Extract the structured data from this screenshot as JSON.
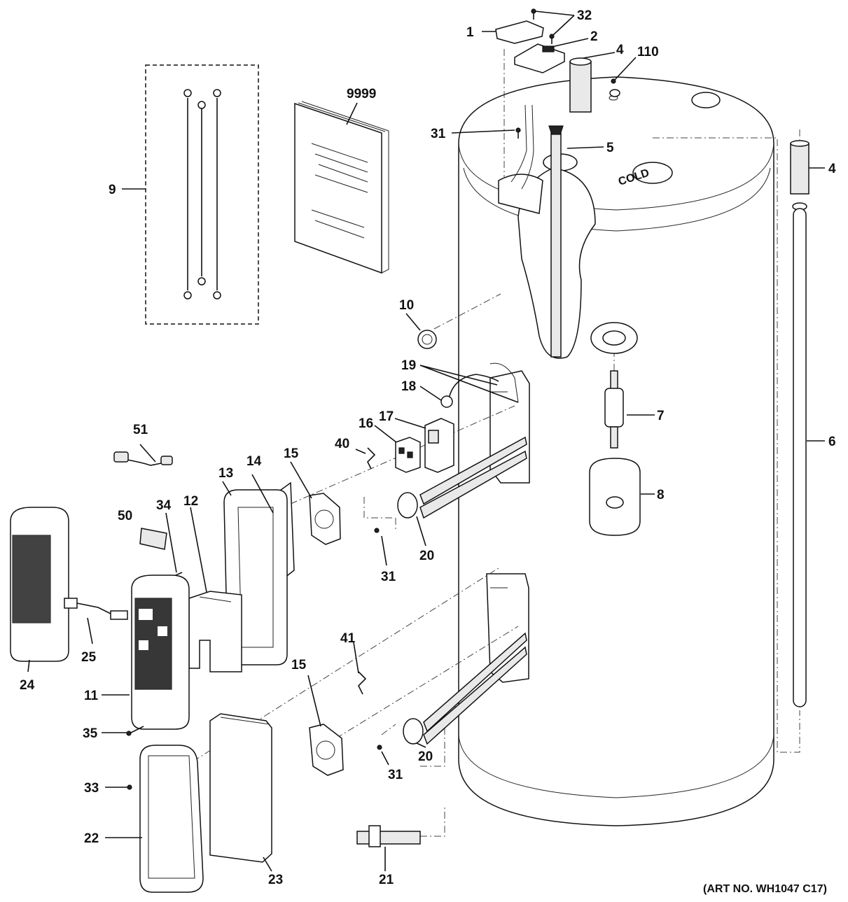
{
  "labels": {
    "l1": "1",
    "l2": "2",
    "l4a": "4",
    "l4b": "4",
    "l5": "5",
    "l6": "6",
    "l7": "7",
    "l8": "8",
    "l9": "9",
    "l10": "10",
    "l11": "11",
    "l12": "12",
    "l13": "13",
    "l14": "14",
    "l15a": "15",
    "l15b": "15",
    "l16": "16",
    "l17": "17",
    "l18": "18",
    "l19": "19",
    "l20a": "20",
    "l20b": "20",
    "l21": "21",
    "l22": "22",
    "l23": "23",
    "l24": "24",
    "l25": "25",
    "l31a": "31",
    "l31b": "31",
    "l31c": "31",
    "l32": "32",
    "l33": "33",
    "l34": "34",
    "l35": "35",
    "l40": "40",
    "l41": "41",
    "l50": "50",
    "l51": "51",
    "l110": "110",
    "l9999": "9999"
  },
  "tank_marking": "COLD",
  "art_number": "(ART NO. WH1047 C17)"
}
